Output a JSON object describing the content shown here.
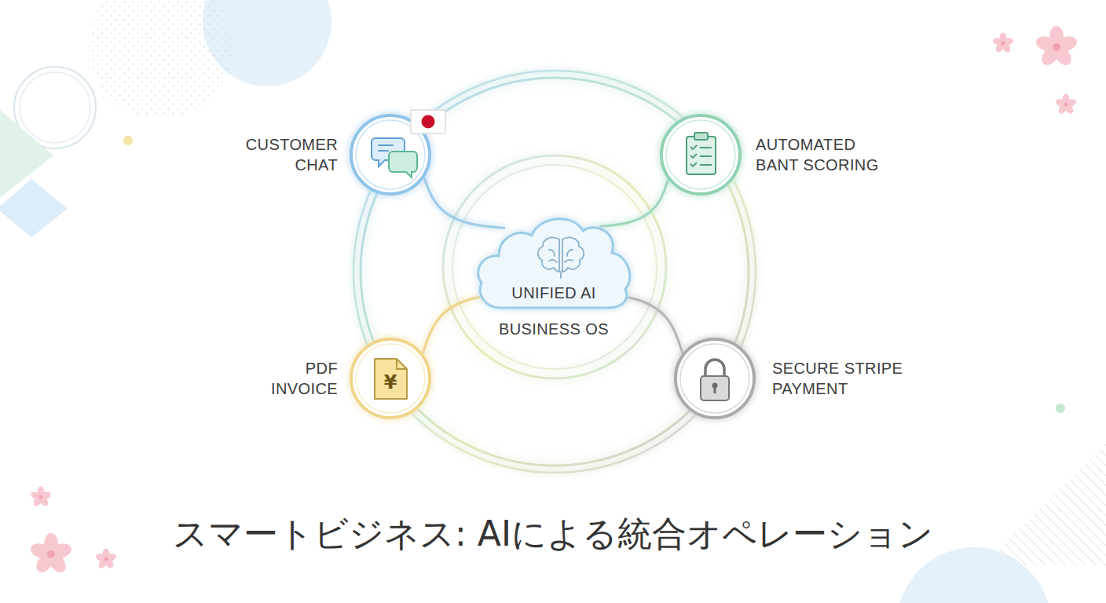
{
  "diagram": {
    "title": "スマートビジネス: AIによる統合オペレーション",
    "nodes": [
      {
        "text": [
          "CUSTOMER CHAT"
        ]
      },
      {
        "text": [
          "AUTOMATED BANT SCORING"
        ]
      },
      {
        "text": [
          "UNIFIED AI",
          "BUSINESS OS"
        ]
      },
      {
        "text": [
          "PDF INVOICE"
        ]
      },
      {
        "text": [
          "SECURE STRIPE PAYMENT"
        ]
      }
    ],
    "edges": [
      {
        "from": 0,
        "to": 2,
        "arrow": "none"
      },
      {
        "from": 1,
        "to": 2,
        "arrow": "none"
      },
      {
        "from": 3,
        "to": 2,
        "arrow": "none"
      },
      {
        "from": 4,
        "to": 2,
        "arrow": "none"
      }
    ],
    "labels": [
      "¥"
    ]
  }
}
